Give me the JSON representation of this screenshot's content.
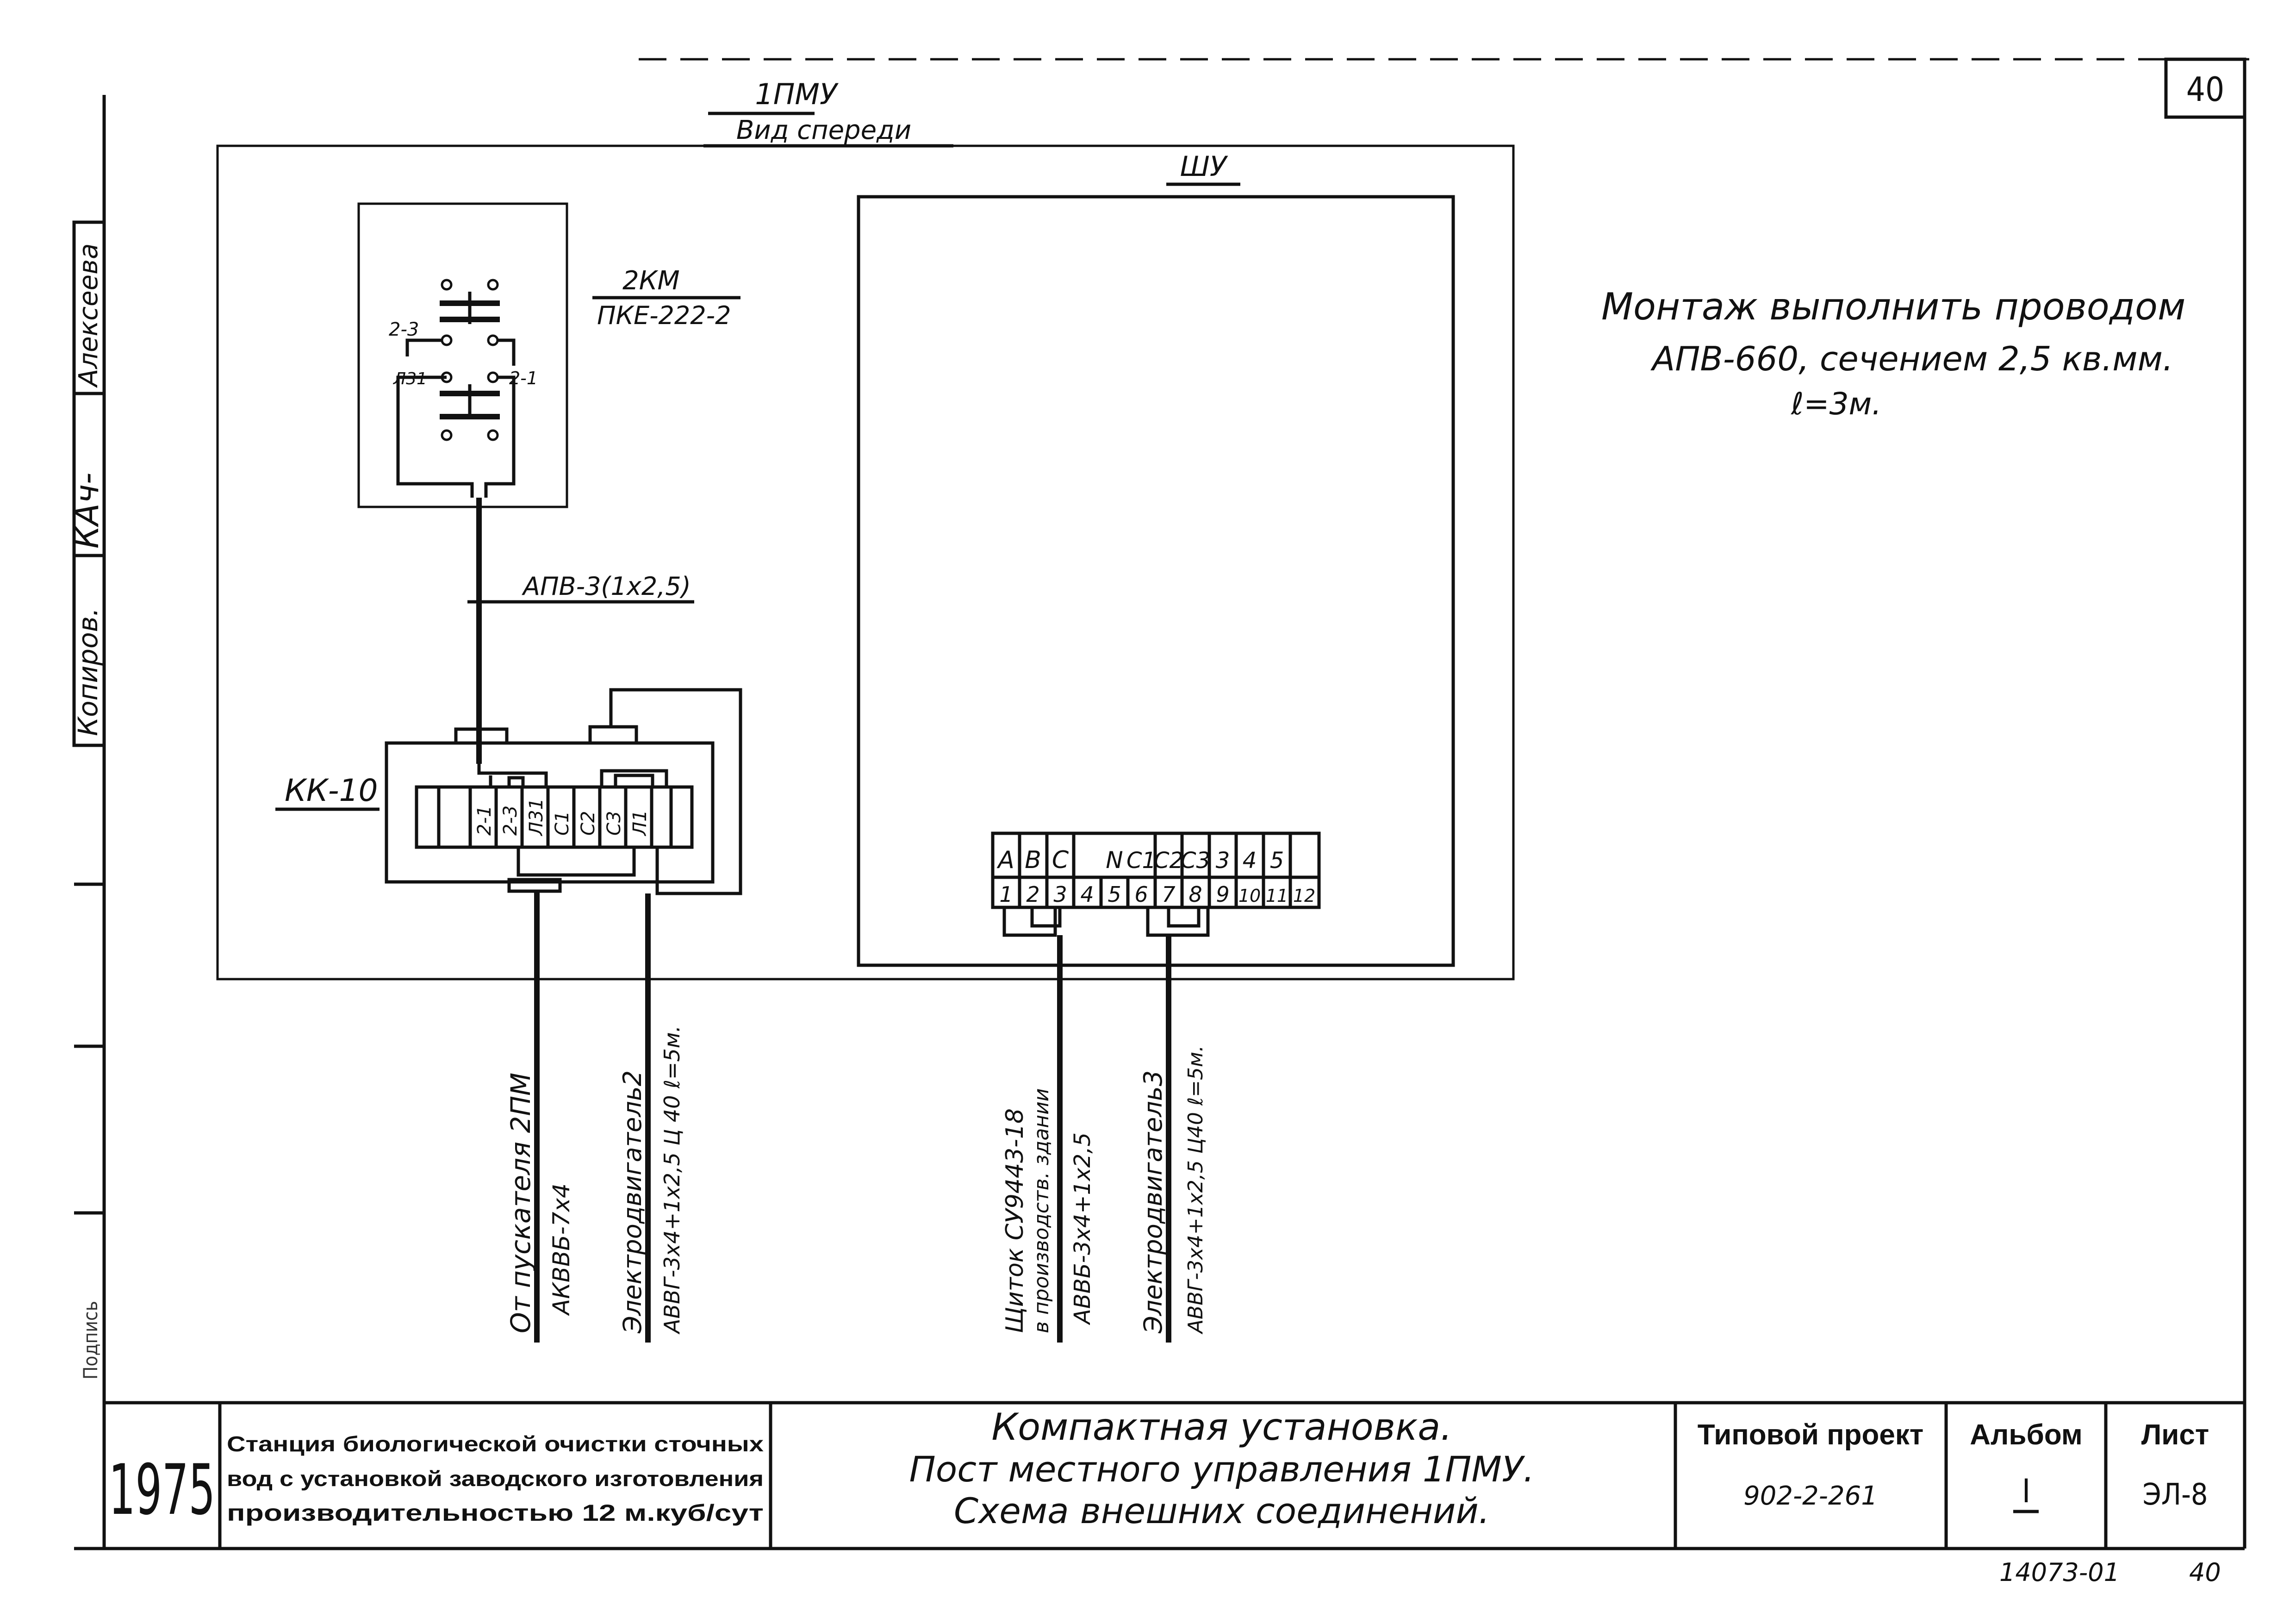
{
  "sheet_number_top": "40",
  "panel": {
    "title": "1ПМУ",
    "subtitle": "Вид спереди",
    "inner_cabinet_label": "ШУ"
  },
  "starter": {
    "name": "2КМ",
    "type": "ПКЕ-222-2",
    "contacts": [
      "2-3",
      "Л31",
      "2-1"
    ]
  },
  "cable_internal": "АПВ-3(1х2,5)",
  "terminal_block": {
    "label": "КК-10",
    "terminals": [
      "2-1",
      "2-3",
      "Л31",
      "С1",
      "С2",
      "С3",
      "Л1"
    ]
  },
  "shu_terminals": {
    "top_row": [
      "A",
      "B",
      "C",
      "",
      "N",
      "C1",
      "C2",
      "C3",
      "3",
      "4",
      "5",
      ""
    ],
    "bottom_row": [
      "1",
      "2",
      "3",
      "4",
      "5",
      "6",
      "7",
      "8",
      "9",
      "10",
      "11",
      "12"
    ]
  },
  "note": {
    "line1": "Монтаж выполнить проводом",
    "line2": "АПВ-660, сечением 2,5 кв.мм.",
    "line3": "ℓ=3м."
  },
  "cables_out": [
    {
      "line1": "От пускателя 2ПМ",
      "line2": "АКВВБ-7х4"
    },
    {
      "line1": "Электродвигатель2",
      "line2": "АВВГ-3х4+1х2,5  Ц 40 ℓ=5м."
    },
    {
      "line1": "Щиток СУ9443-18",
      "line2": "в производств. здании",
      "line3": "АВВБ-3х4+1х2,5"
    },
    {
      "line1": "Электродвигатель3",
      "line2": "АВВГ-3х4+1х2,5 Ц40 ℓ=5м."
    }
  ],
  "side_stamp": {
    "copied": "Копиров.",
    "signature": "КАч-",
    "name": "Алексеева",
    "bottom": "Подпись"
  },
  "title_block": {
    "year": "1975",
    "org_line1": "Станция биологической очистки сточных",
    "org_line2": "вод с установкой заводского изготовления",
    "org_line3": "производительностью 12 м.куб/сут",
    "title_line1": "Компактная установка.",
    "title_line2": "Пост местного управления 1ПМУ.",
    "title_line3": "Схема внешних соединений.",
    "project_label": "Типовой проект",
    "project_value": "902-2-261",
    "album_label": "Альбом",
    "album_value": "I",
    "sheet_label": "Лист",
    "sheet_value": "ЭЛ-8"
  },
  "footer": {
    "code": "14073-01",
    "page": "40"
  }
}
